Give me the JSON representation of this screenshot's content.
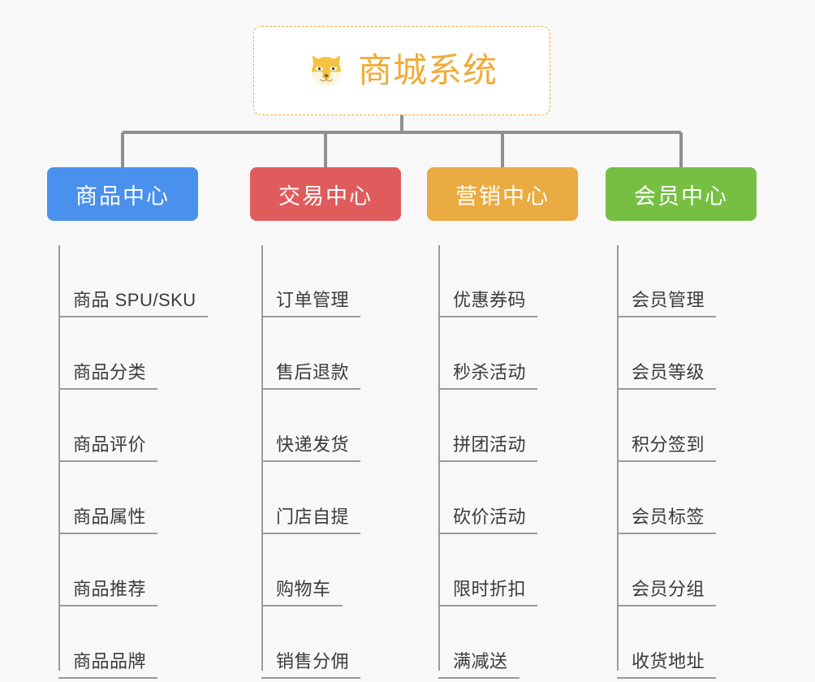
{
  "colors": {
    "background": "#f8f8f8",
    "root_border": "#edae4a",
    "root_text": "#f0ab36",
    "root_fill": "#ffffff",
    "connector": "#8f8f8f",
    "leaf_text": "#3a3a3a",
    "leaf_rule": "#9a9a9a",
    "branch_blue": "#4a90ed",
    "branch_red": "#e05c5c",
    "branch_orange": "#eaab42",
    "branch_green": "#76bf43"
  },
  "root": {
    "icon": "shiba-dog-icon",
    "title": "商城系统"
  },
  "branches": [
    {
      "label": "商品中心",
      "color": "#4a90ed",
      "leaves": [
        "商品 SPU/SKU",
        "商品分类",
        "商品评价",
        "商品属性",
        "商品推荐",
        "商品品牌"
      ]
    },
    {
      "label": "交易中心",
      "color": "#e05c5c",
      "leaves": [
        "订单管理",
        "售后退款",
        "快递发货",
        "门店自提",
        "购物车",
        "销售分佣"
      ]
    },
    {
      "label": "营销中心",
      "color": "#eaab42",
      "leaves": [
        "优惠券码",
        "秒杀活动",
        "拼团活动",
        "砍价活动",
        "限时折扣",
        "满减送"
      ]
    },
    {
      "label": "会员中心",
      "color": "#76bf43",
      "leaves": [
        "会员管理",
        "会员等级",
        "积分签到",
        "会员标签",
        "会员分组",
        "收货地址"
      ]
    }
  ]
}
